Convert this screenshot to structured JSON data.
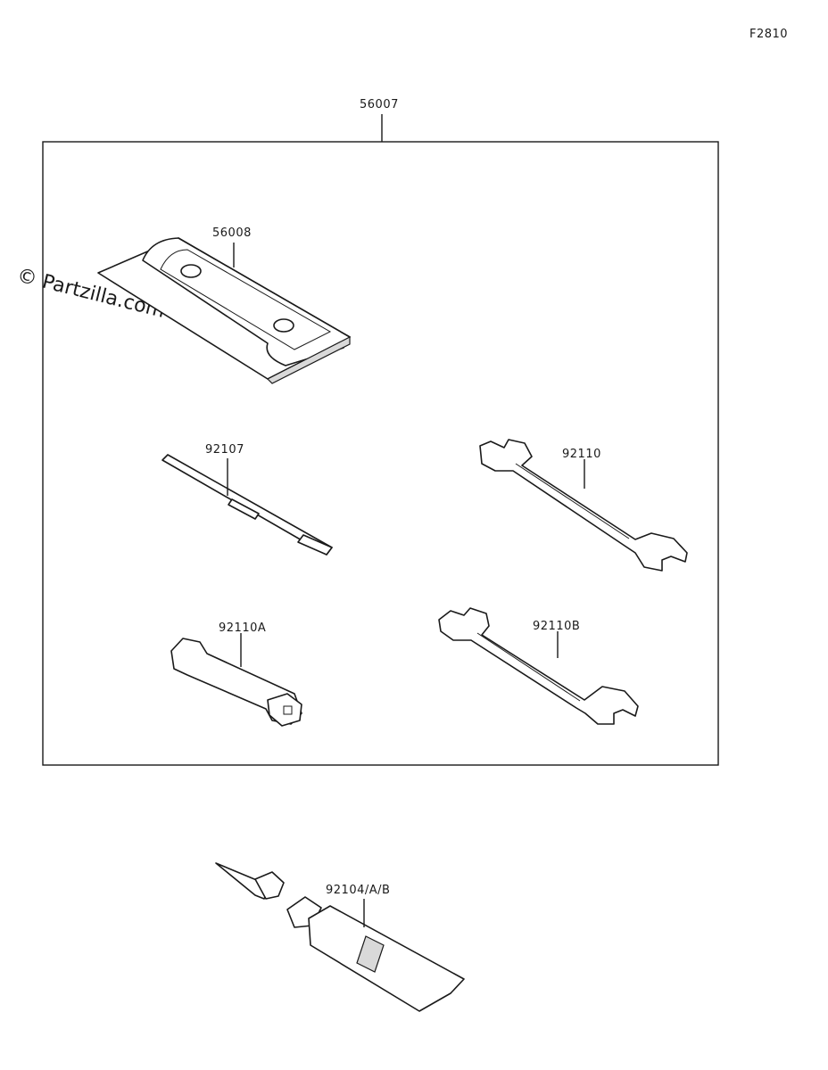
{
  "diagram_code": "F2810",
  "watermark": "© Partzilla.com",
  "kit_label": "56007",
  "parts": {
    "bag": "56008",
    "screwdriver": "92107",
    "wrench_large": "92110",
    "socket_wrench": "92110A",
    "wrench_small": "92110B",
    "grease_tube": "92104/A/B"
  }
}
